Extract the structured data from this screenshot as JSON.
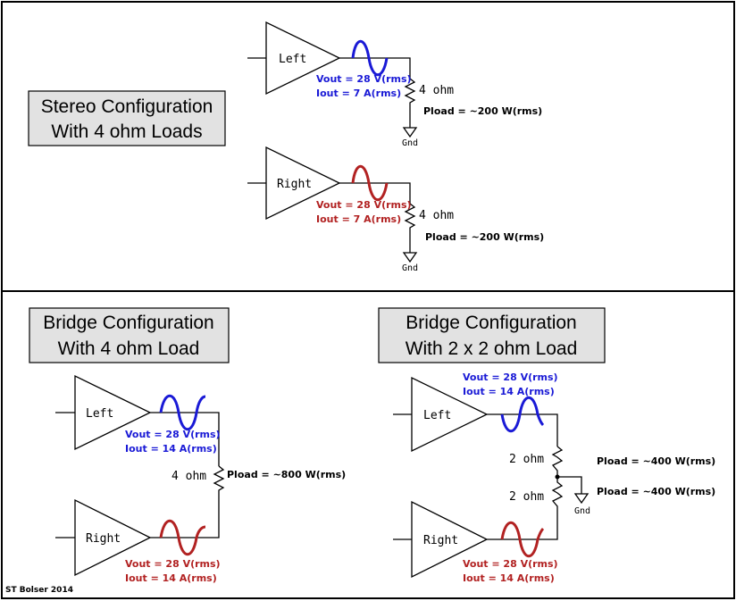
{
  "colors": {
    "blue": "#1a1ad6",
    "red": "#b22222"
  },
  "stereo": {
    "title": [
      "Stereo Configuration",
      "With 4 ohm Loads"
    ],
    "left_amp": "Left",
    "right_amp": "Right",
    "left_vout": "Vout = 28 V(rms)",
    "left_iout": "Iout  =  7 A(rms)",
    "left_res": "4 ohm",
    "left_pload": "Pload = ~200 W(rms)",
    "left_gnd": "Gnd",
    "right_vout": "Vout = 28 V(rms)",
    "right_iout": "Iout  =  7 A(rms)",
    "right_res": "4 ohm",
    "right_pload": "Pload = ~200 W(rms)",
    "right_gnd": "Gnd"
  },
  "bridge4": {
    "title": [
      "Bridge Configuration",
      "With 4 ohm Load"
    ],
    "left_amp": "Left",
    "right_amp": "Right",
    "left_vout": "Vout = 28 V(rms)",
    "left_iout": "Iout  =  14 A(rms)",
    "res": "4 ohm",
    "pload": "Pload = ~800 W(rms)",
    "right_vout": "Vout = 28 V(rms)",
    "right_iout": "Iout  =  14 A(rms)"
  },
  "bridge2x2": {
    "title": [
      "Bridge Configuration",
      "With 2 x 2 ohm Load"
    ],
    "left_amp": "Left",
    "right_amp": "Right",
    "left_vout": "Vout = 28 V(rms)",
    "left_iout": "Iout  =  14 A(rms)",
    "res_top": "2 ohm",
    "res_bottom": "2 ohm",
    "pload_top": "Pload = ~400 W(rms)",
    "pload_bottom": "Pload = ~400 W(rms)",
    "gnd": "Gnd",
    "right_vout": "Vout = 28 V(rms)",
    "right_iout": "Iout  =  14 A(rms)"
  },
  "credit": "ST Bolser 2014"
}
